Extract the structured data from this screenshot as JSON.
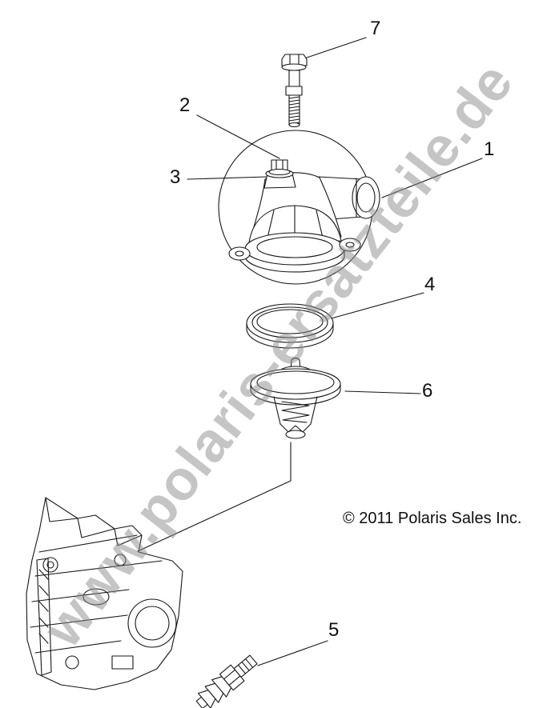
{
  "watermark": {
    "text": "www.polaris-ersatzteile.de"
  },
  "copyright": {
    "text": "© 2011 Polaris Sales Inc."
  },
  "callouts": [
    {
      "label": "1"
    },
    {
      "label": "2"
    },
    {
      "label": "3"
    },
    {
      "label": "4"
    },
    {
      "label": "5"
    },
    {
      "label": "6"
    },
    {
      "label": "7"
    }
  ],
  "colors": {
    "line": "#161616",
    "watermark_gray": "#c5c5c5",
    "background": "#ffffff"
  }
}
